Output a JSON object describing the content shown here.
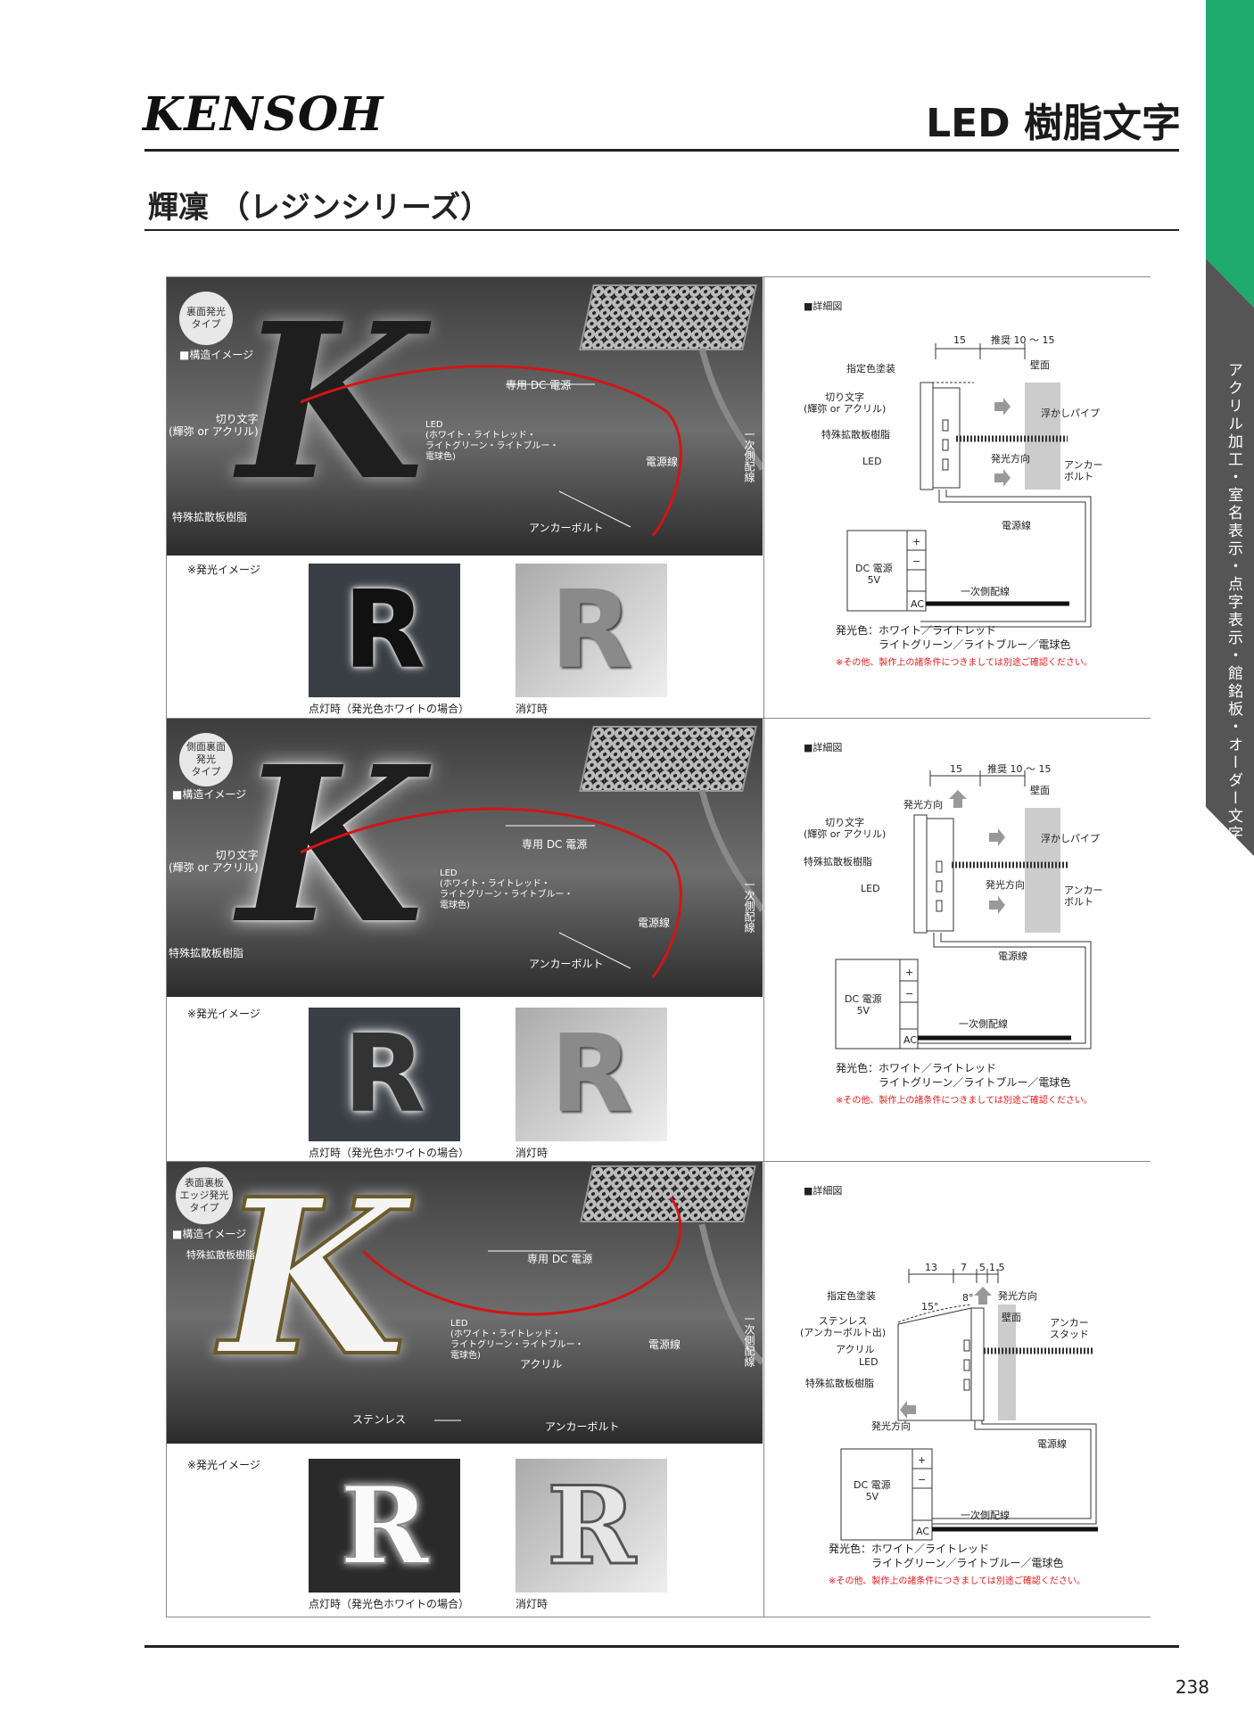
{
  "header": {
    "logo": "KENSOH",
    "page_title": "LED 樹脂文字",
    "subtitle": "輝凜 （レジンシリーズ）"
  },
  "sidebar": {
    "text": "アクリル加工・室名表示・点字表示・館銘板・オーダー文字",
    "accent": "#1faa6e",
    "dark": "#555555"
  },
  "page_number": "238",
  "sections": [
    {
      "badge": "裏面発光\nタイプ",
      "structure": "■構造イメージ",
      "labels": {
        "psu": "専用 DC 電源",
        "cut": "切り文字\n(輝弥 or アクリル)",
        "led": "LED\n(ホワイト・ライトレッド・\nライトグリーン・ライトブルー・\n電球色)",
        "wire": "電源線",
        "primary": "一次側配線",
        "diffuser": "特殊拡散板樹脂",
        "anchor": "アンカーボルト"
      },
      "glow": "※発光イメージ",
      "lit": "点灯時（発光色ホワイトの場合）",
      "off": "消灯時",
      "detail": {
        "title": "■詳細図",
        "dim1": "15",
        "dim2": "推奨 10 ～ 15",
        "wall": "壁面",
        "paint": "指定色塗装",
        "cut": "切り文字\n(輝弥 or アクリル)",
        "float": "浮かしパイプ",
        "diff": "特殊拡散板樹脂",
        "dir": "発光方向",
        "led": "LED",
        "anchor": "アンカー\nボルト",
        "wire": "電源線",
        "dc": "DC 電源\n5V",
        "plus": "+",
        "minus": "−",
        "ac": "AC",
        "primary": "一次側配線",
        "colors": "発光色：ホワイト／ライトレッド\n　　　　ライトグリーン／ライトブルー／電球色",
        "note": "※その他、製作上の諸条件につきましては別途ご確認ください。"
      }
    },
    {
      "badge": "側面裏面\n発光\nタイプ",
      "structure": "■構造イメージ",
      "labels": {
        "psu": "専用 DC 電源",
        "cut": "切り文字\n(輝弥 or アクリル)",
        "led": "LED\n(ホワイト・ライトレッド・\nライトグリーン・ライトブルー・\n電球色)",
        "wire": "電源線",
        "primary": "一次側配線",
        "diffuser": "特殊拡散板樹脂",
        "anchor": "アンカーボルト"
      },
      "glow": "※発光イメージ",
      "lit": "点灯時（発光色ホワイトの場合）",
      "off": "消灯時",
      "detail": {
        "title": "■詳細図",
        "dim1": "15",
        "dim2": "推奨 10 ～ 15",
        "wall": "壁面",
        "dirup": "発光方向",
        "cut": "切り文字\n(輝弥 or アクリル)",
        "float": "浮かしパイプ",
        "diff": "特殊拡散板樹脂",
        "dir": "発光方向",
        "led": "LED",
        "anchor": "アンカー\nボルト",
        "wire": "電源線",
        "dc": "DC 電源\n5V",
        "plus": "+",
        "minus": "−",
        "ac": "AC",
        "primary": "一次側配線",
        "colors": "発光色：ホワイト／ライトレッド\n　　　　ライトグリーン／ライトブルー／電球色",
        "note": "※その他、製作上の諸条件につきましては別途ご確認ください。"
      }
    },
    {
      "badge": "表面裏板\nエッジ発光\nタイプ",
      "structure": "■構造イメージ",
      "labels": {
        "diffuser": "特殊拡散板樹脂",
        "psu": "専用 DC 電源",
        "led": "LED\n(ホワイト・ライトレッド・\nライトグリーン・ライトブルー・\n電球色)",
        "acrylic": "アクリル",
        "wire": "電源線",
        "primary": "一次側配線",
        "stainless": "ステンレス",
        "anchor": "アンカーボルト"
      },
      "glow": "※発光イメージ",
      "lit": "点灯時（発光色ホワイトの場合）",
      "off": "消灯時",
      "detail": {
        "title": "■詳細図",
        "d1": "13",
        "d2": "7",
        "d3": "5",
        "d4": "1.5",
        "paint": "指定色塗装",
        "a1": "15°",
        "a2": "8°",
        "dirup": "発光方向",
        "wall": "壁面",
        "stainless": "ステンレス\n(アンカーボルト出)",
        "anchor": "アンカー\nスタッド",
        "acrylic": "アクリル",
        "led": "LED",
        "diff": "特殊拡散板樹脂",
        "dirleft": "発光方向",
        "wire": "電源線",
        "dc": "DC 電源\n5V",
        "plus": "+",
        "minus": "−",
        "ac": "AC",
        "primary": "一次側配線",
        "colors": "発光色：ホワイト／ライトレッド\n　　　　ライトグリーン／ライトブルー／電球色",
        "note": "※その他、製作上の諸条件につきましては別途ご確認ください。"
      }
    }
  ]
}
